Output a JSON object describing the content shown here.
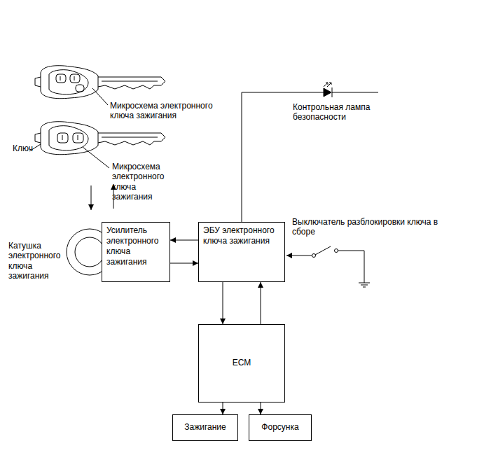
{
  "diagram": {
    "nodes": [
      {
        "text": [
          "Усилитель электронного ключа зажигания"
        ]
      },
      {
        "text": [
          "ЭБУ электронного ключа зажигания"
        ]
      },
      {
        "text": [
          "ECM"
        ]
      },
      {
        "text": [
          "Зажигание"
        ]
      },
      {
        "text": [
          "Форсунка"
        ]
      }
    ],
    "edges": [
      {
        "from": 1,
        "to": 0,
        "arrow": "to"
      },
      {
        "from": 0,
        "to": 1,
        "arrow": "to"
      },
      {
        "from": 1,
        "to": 2,
        "arrow": "to"
      },
      {
        "from": 2,
        "to": 1,
        "arrow": "to"
      },
      {
        "from": 2,
        "to": 3,
        "arrow": "to"
      },
      {
        "from": 2,
        "to": 4,
        "arrow": "to"
      }
    ],
    "labels": [
      "Микросхема электронного ключа зажигания",
      "Ключ",
      "Микросхема электронного ключа зажигания",
      "Катушка электронного ключа зажигания",
      "Контрольная лампа безопасности",
      "Выключатель разблокировки ключа в сборе"
    ]
  }
}
